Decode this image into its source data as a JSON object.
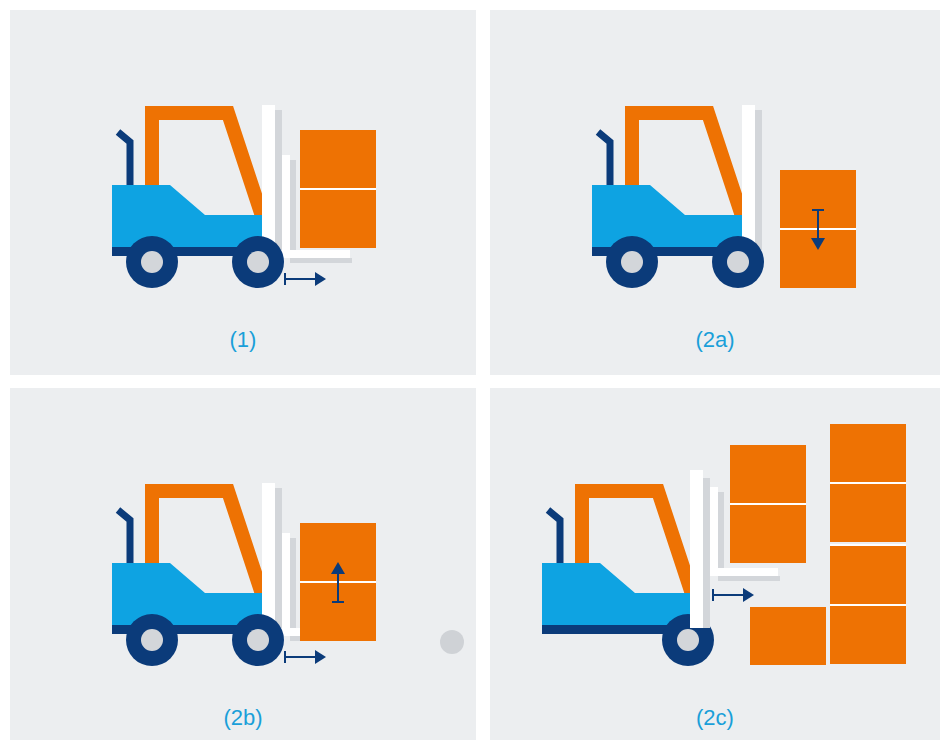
{
  "diagram": {
    "nodes": [
      {
        "text": [
          "(1)"
        ]
      },
      {
        "text": [
          "(2a)"
        ]
      },
      {
        "text": [
          "(2b)"
        ]
      },
      {
        "text": [
          "(2c)"
        ]
      }
    ]
  }
}
